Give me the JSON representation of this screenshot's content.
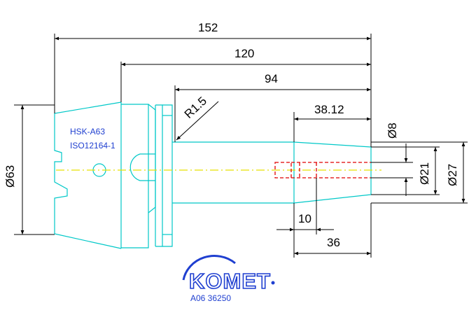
{
  "dimensions": {
    "total_length": "152",
    "length_120": "120",
    "length_94": "94",
    "radius": "R1.5",
    "length_38_12": "38.12",
    "dia_8": "Ø8",
    "dia_63": "Ø63",
    "dia_21": "Ø21",
    "dia_27": "Ø27",
    "depth_10": "10",
    "length_36": "36"
  },
  "labels": {
    "shank_standard": "HSK-A63",
    "iso_standard": "ISO12164-1"
  },
  "brand": {
    "logo_text": "KOMET",
    "part_number": "A06 36250"
  },
  "colors": {
    "outline": "#00c8c8",
    "centerline": "#e8e000",
    "bore": "#e00000",
    "brand_blue": "#1f3fd0",
    "dimension": "#000000"
  }
}
